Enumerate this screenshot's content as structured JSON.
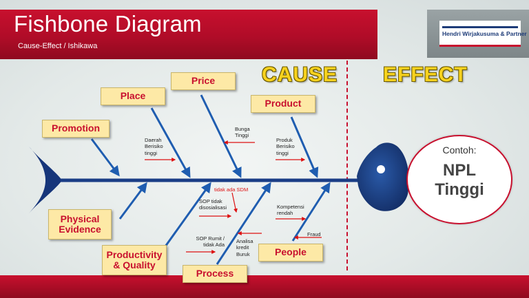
{
  "header": {
    "title": "Fishbone Diagram",
    "subtitle": "Cause-Effect / Ishikawa"
  },
  "logo": {
    "text": "Hendri Wirjakusuma & Partner"
  },
  "labels": {
    "cause": "CAUSE",
    "effect": "EFFECT"
  },
  "categories": {
    "promotion": "Promotion",
    "place": "Place",
    "price": "Price",
    "product": "Product",
    "physical_evidence": "Physical\nEvidence",
    "productivity_quality": "Productivity\n& Quality",
    "process": "Process",
    "people": "People"
  },
  "notes": {
    "daerah": "Daerah\nBerisiko\ntinggi",
    "bunga": "Bunga\nTinggi",
    "produk": "Produk\nBerisiko\ntinggi",
    "sdm": "tidak ada SDM",
    "sop_tidak": "SOP tidak\ndisosialisasi",
    "sop_rumit": "SOP Rumit /\ntidak Ada",
    "analisa": "Analisa\nkredit\nBuruk",
    "kompetensi": "Kompetensi\nrendah",
    "fraud": "Fraud"
  },
  "effect": {
    "contoh": "Contoh:",
    "result": "NPL\nTinggi"
  },
  "colors": {
    "accent": "#c8102e",
    "bone": "#1f5db0",
    "cause_label": "#f7d21e",
    "box_fill": "#fde9a6"
  }
}
